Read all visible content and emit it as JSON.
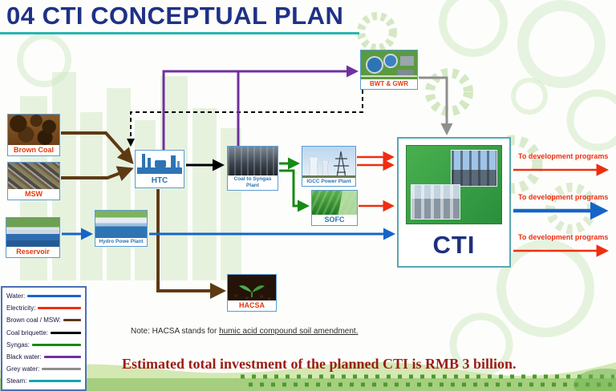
{
  "title": "04 CTI CONCEPTUAL PLAN",
  "nodes": {
    "brown_coal": {
      "label": "Brown Coal"
    },
    "msw": {
      "label": "MSW"
    },
    "reservoir": {
      "label": "Reservoir"
    },
    "htc": {
      "label": "HTC"
    },
    "coal_to_syngas": {
      "label": "Coal to Syngas Plant"
    },
    "igcc": {
      "label": "IGCC Power Plant"
    },
    "sofc": {
      "label": "SOFC"
    },
    "bwt_gwr": {
      "label": "BWT & GWR"
    },
    "hydro": {
      "label": "Hydro Powe Plant"
    },
    "hacsa": {
      "label": "HACSA"
    },
    "cti": {
      "label": "CTI"
    }
  },
  "outputs": [
    {
      "label": "To development programs"
    },
    {
      "label": "To development programs"
    },
    {
      "label": "To development programs"
    }
  ],
  "legend": {
    "items": [
      {
        "label": "Water:",
        "color": "#1565c8"
      },
      {
        "label": "Electricity:",
        "color": "#ee2e11"
      },
      {
        "label": "Brown coal / MSW:",
        "color": "#5e3a14"
      },
      {
        "label": "Coal briquette:",
        "color": "#000000"
      },
      {
        "label": "Syngas:",
        "color": "#168a16"
      },
      {
        "label": "Black water:",
        "color": "#7030a0"
      },
      {
        "label": "Grey water:",
        "color": "#8f8f8f"
      },
      {
        "label": "Steam:",
        "color": "#12a5ad"
      }
    ]
  },
  "note": {
    "prefix": "Note: HACSA stands for ",
    "underlined": "humic acid compound soil amendment."
  },
  "footer": "Estimated total investment of the planned CTI  is RMB 3 billion."
}
